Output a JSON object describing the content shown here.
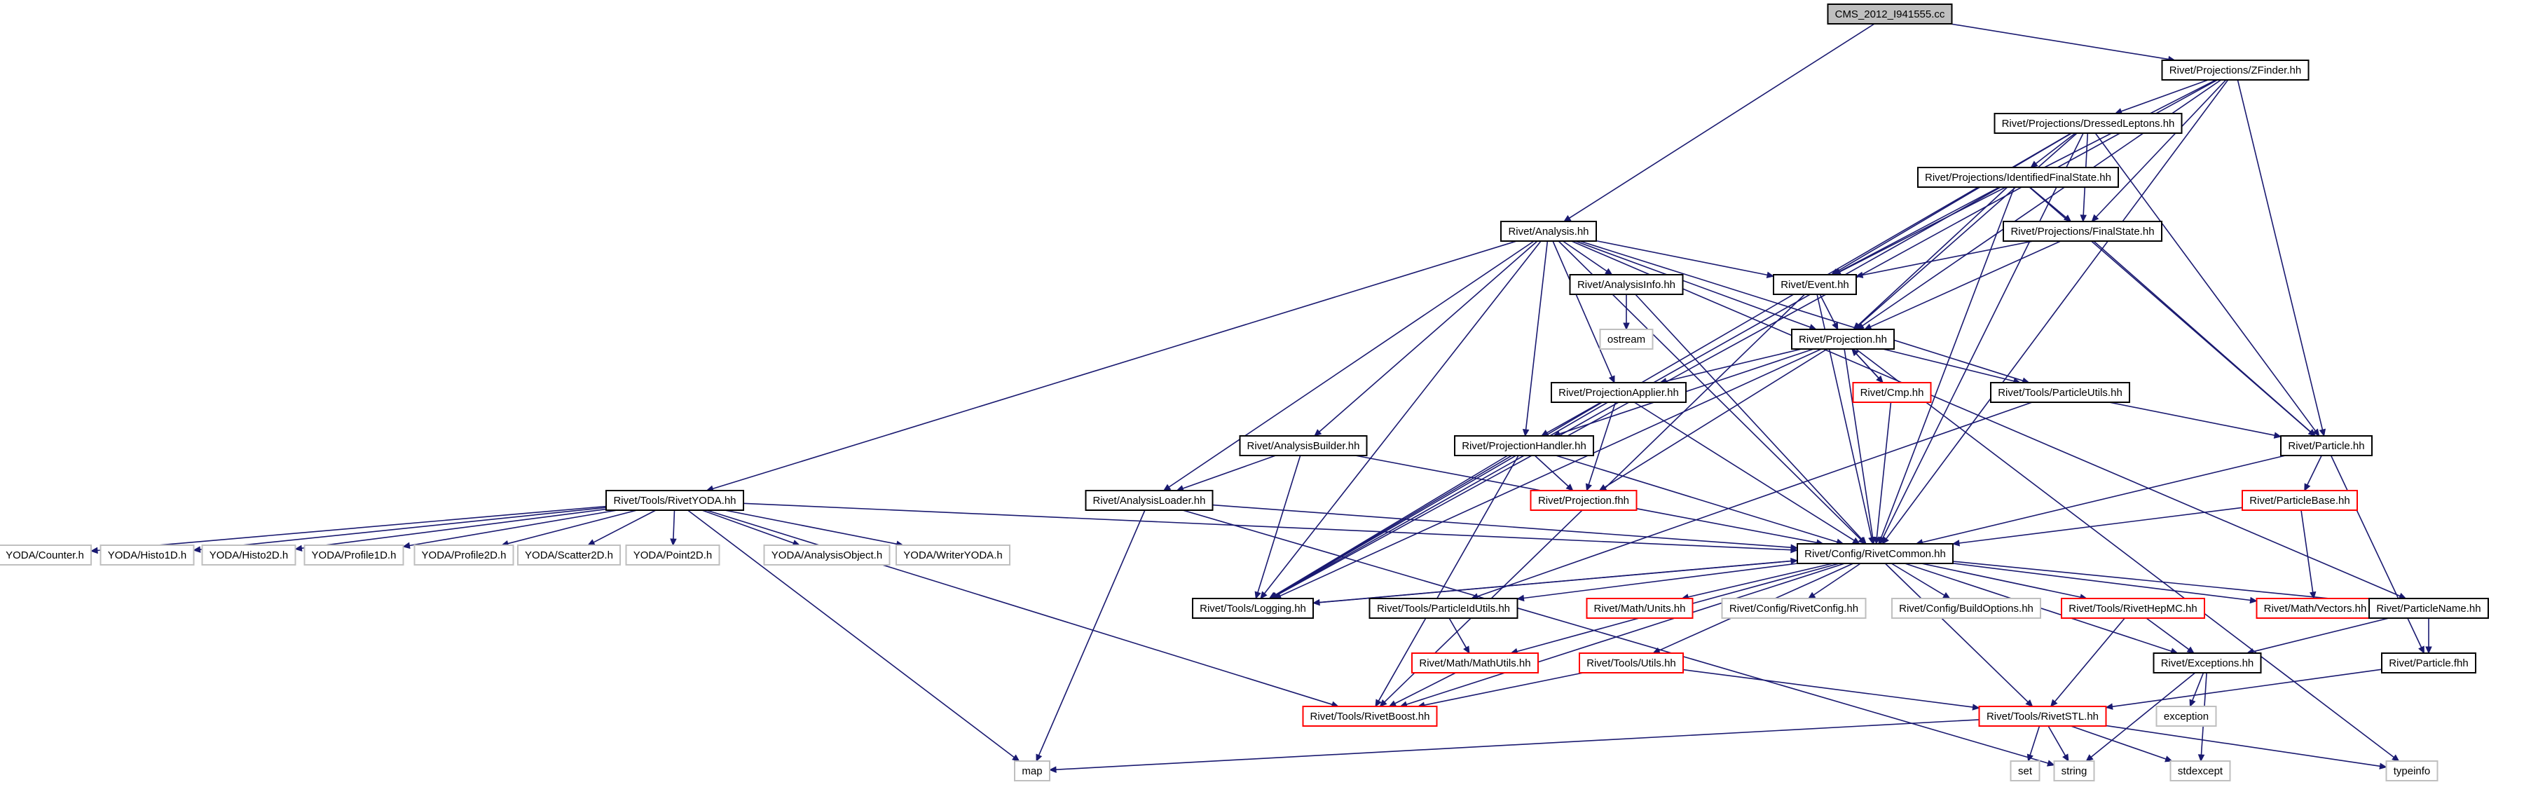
{
  "diagram": {
    "title": "CMS_2012_I941555.cc",
    "style": {
      "edge_color": "#191970",
      "default_border": "#000000",
      "missing_border": "#bfbfbf",
      "truncated_border": "#ff0000",
      "root_fill": "#bfbfbf",
      "node_fill": "#ffffff"
    },
    "nodes": [
      {
        "id": "root",
        "label": "CMS_2012_I941555.cc",
        "kind": "root"
      },
      {
        "id": "zfinder",
        "label": "Rivet/Projections/ZFinder.hh",
        "kind": "normal"
      },
      {
        "id": "dressed",
        "label": "Rivet/Projections/DressedLeptons.hh",
        "kind": "normal"
      },
      {
        "id": "idfs",
        "label": "Rivet/Projections/IdentifiedFinalState.hh",
        "kind": "normal"
      },
      {
        "id": "fs",
        "label": "Rivet/Projections/FinalState.hh",
        "kind": "normal"
      },
      {
        "id": "analysis",
        "label": "Rivet/Analysis.hh",
        "kind": "normal"
      },
      {
        "id": "event",
        "label": "Rivet/Event.hh",
        "kind": "normal"
      },
      {
        "id": "ainfo",
        "label": "Rivet/AnalysisInfo.hh",
        "kind": "normal"
      },
      {
        "id": "ostream",
        "label": "ostream",
        "kind": "missing"
      },
      {
        "id": "proj",
        "label": "Rivet/Projection.hh",
        "kind": "normal"
      },
      {
        "id": "cmp",
        "label": "Rivet/Cmp.hh",
        "kind": "truncated"
      },
      {
        "id": "papplier",
        "label": "Rivet/ProjectionApplier.hh",
        "kind": "normal"
      },
      {
        "id": "putils",
        "label": "Rivet/Tools/ParticleUtils.hh",
        "kind": "normal"
      },
      {
        "id": "particle",
        "label": "Rivet/Particle.hh",
        "kind": "normal"
      },
      {
        "id": "abuilder",
        "label": "Rivet/AnalysisBuilder.hh",
        "kind": "normal"
      },
      {
        "id": "phandler",
        "label": "Rivet/ProjectionHandler.hh",
        "kind": "normal"
      },
      {
        "id": "pfhh",
        "label": "Rivet/Projection.fhh",
        "kind": "truncated"
      },
      {
        "id": "pbase",
        "label": "Rivet/ParticleBase.hh",
        "kind": "truncated"
      },
      {
        "id": "ryoda",
        "label": "Rivet/Tools/RivetYODA.hh",
        "kind": "normal"
      },
      {
        "id": "aloader",
        "label": "Rivet/AnalysisLoader.hh",
        "kind": "normal"
      },
      {
        "id": "common",
        "label": "Rivet/Config/RivetCommon.hh",
        "kind": "normal"
      },
      {
        "id": "counter",
        "label": "YODA/Counter.h",
        "kind": "missing"
      },
      {
        "id": "h1d",
        "label": "YODA/Histo1D.h",
        "kind": "missing"
      },
      {
        "id": "h2d",
        "label": "YODA/Histo2D.h",
        "kind": "missing"
      },
      {
        "id": "p1d",
        "label": "YODA/Profile1D.h",
        "kind": "missing"
      },
      {
        "id": "p2d",
        "label": "YODA/Profile2D.h",
        "kind": "missing"
      },
      {
        "id": "s2d",
        "label": "YODA/Scatter2D.h",
        "kind": "missing"
      },
      {
        "id": "pt2d",
        "label": "YODA/Point2D.h",
        "kind": "missing"
      },
      {
        "id": "aobj",
        "label": "YODA/AnalysisObject.h",
        "kind": "missing"
      },
      {
        "id": "wyoda",
        "label": "YODA/WriterYODA.h",
        "kind": "missing"
      },
      {
        "id": "logging",
        "label": "Rivet/Tools/Logging.hh",
        "kind": "normal"
      },
      {
        "id": "pidutils",
        "label": "Rivet/Tools/ParticleIdUtils.hh",
        "kind": "normal"
      },
      {
        "id": "units",
        "label": "Rivet/Math/Units.hh",
        "kind": "truncated"
      },
      {
        "id": "rconfig",
        "label": "Rivet/Config/RivetConfig.hh",
        "kind": "missing"
      },
      {
        "id": "bopts",
        "label": "Rivet/Config/BuildOptions.hh",
        "kind": "missing"
      },
      {
        "id": "hepmc",
        "label": "Rivet/Tools/RivetHepMC.hh",
        "kind": "truncated"
      },
      {
        "id": "vectors",
        "label": "Rivet/Math/Vectors.hh",
        "kind": "truncated"
      },
      {
        "id": "pname",
        "label": "Rivet/ParticleName.hh",
        "kind": "normal"
      },
      {
        "id": "mathutils",
        "label": "Rivet/Math/MathUtils.hh",
        "kind": "truncated"
      },
      {
        "id": "utils",
        "label": "Rivet/Tools/Utils.hh",
        "kind": "truncated"
      },
      {
        "id": "exceptions",
        "label": "Rivet/Exceptions.hh",
        "kind": "normal"
      },
      {
        "id": "pfhh2",
        "label": "Rivet/Particle.fhh",
        "kind": "normal"
      },
      {
        "id": "rboost",
        "label": "Rivet/Tools/RivetBoost.hh",
        "kind": "truncated"
      },
      {
        "id": "rstl",
        "label": "Rivet/Tools/RivetSTL.hh",
        "kind": "truncated"
      },
      {
        "id": "exception",
        "label": "exception",
        "kind": "missing"
      },
      {
        "id": "map",
        "label": "map",
        "kind": "missing"
      },
      {
        "id": "set",
        "label": "set",
        "kind": "missing"
      },
      {
        "id": "string",
        "label": "string",
        "kind": "missing"
      },
      {
        "id": "stdexcept",
        "label": "stdexcept",
        "kind": "missing"
      },
      {
        "id": "typeinfo",
        "label": "typeinfo",
        "kind": "missing"
      }
    ],
    "edges": [
      [
        "root",
        "zfinder"
      ],
      [
        "root",
        "analysis"
      ],
      [
        "zfinder",
        "dressed"
      ],
      [
        "zfinder",
        "fs"
      ],
      [
        "zfinder",
        "event"
      ],
      [
        "zfinder",
        "proj"
      ],
      [
        "zfinder",
        "particle"
      ],
      [
        "zfinder",
        "logging"
      ],
      [
        "zfinder",
        "common"
      ],
      [
        "dressed",
        "idfs"
      ],
      [
        "dressed",
        "fs"
      ],
      [
        "dressed",
        "event"
      ],
      [
        "dressed",
        "proj"
      ],
      [
        "dressed",
        "particle"
      ],
      [
        "dressed",
        "logging"
      ],
      [
        "dressed",
        "common"
      ],
      [
        "idfs",
        "fs"
      ],
      [
        "idfs",
        "event"
      ],
      [
        "idfs",
        "proj"
      ],
      [
        "idfs",
        "particle"
      ],
      [
        "idfs",
        "logging"
      ],
      [
        "idfs",
        "common"
      ],
      [
        "fs",
        "event"
      ],
      [
        "fs",
        "proj"
      ],
      [
        "fs",
        "particle"
      ],
      [
        "analysis",
        "event"
      ],
      [
        "analysis",
        "ainfo"
      ],
      [
        "analysis",
        "proj"
      ],
      [
        "analysis",
        "papplier"
      ],
      [
        "analysis",
        "putils"
      ],
      [
        "analysis",
        "abuilder"
      ],
      [
        "analysis",
        "phandler"
      ],
      [
        "analysis",
        "ryoda"
      ],
      [
        "analysis",
        "aloader"
      ],
      [
        "analysis",
        "logging"
      ],
      [
        "analysis",
        "common"
      ],
      [
        "analysis",
        "pname"
      ],
      [
        "event",
        "proj"
      ],
      [
        "event",
        "common"
      ],
      [
        "event",
        "rboost"
      ],
      [
        "ainfo",
        "ostream"
      ],
      [
        "ainfo",
        "common"
      ],
      [
        "proj",
        "cmp"
      ],
      [
        "proj",
        "papplier"
      ],
      [
        "proj",
        "putils"
      ],
      [
        "proj",
        "phandler"
      ],
      [
        "proj",
        "pfhh"
      ],
      [
        "proj",
        "common"
      ],
      [
        "proj",
        "logging"
      ],
      [
        "proj",
        "typeinfo"
      ],
      [
        "cmp",
        "proj"
      ],
      [
        "cmp",
        "common"
      ],
      [
        "papplier",
        "phandler"
      ],
      [
        "papplier",
        "pfhh"
      ],
      [
        "papplier",
        "common"
      ],
      [
        "papplier",
        "logging"
      ],
      [
        "putils",
        "particle"
      ],
      [
        "putils",
        "pidutils"
      ],
      [
        "particle",
        "pbase"
      ],
      [
        "particle",
        "common"
      ],
      [
        "particle",
        "pfhh2"
      ],
      [
        "abuilder",
        "aloader"
      ],
      [
        "abuilder",
        "common"
      ],
      [
        "abuilder",
        "logging"
      ],
      [
        "phandler",
        "pfhh"
      ],
      [
        "phandler",
        "common"
      ],
      [
        "phandler",
        "logging"
      ],
      [
        "phandler",
        "rboost"
      ],
      [
        "pbase",
        "common"
      ],
      [
        "pbase",
        "vectors"
      ],
      [
        "ryoda",
        "counter"
      ],
      [
        "ryoda",
        "h1d"
      ],
      [
        "ryoda",
        "h2d"
      ],
      [
        "ryoda",
        "p1d"
      ],
      [
        "ryoda",
        "p2d"
      ],
      [
        "ryoda",
        "s2d"
      ],
      [
        "ryoda",
        "pt2d"
      ],
      [
        "ryoda",
        "aobj"
      ],
      [
        "ryoda",
        "wyoda"
      ],
      [
        "ryoda",
        "common"
      ],
      [
        "ryoda",
        "rboost"
      ],
      [
        "ryoda",
        "map"
      ],
      [
        "aloader",
        "common"
      ],
      [
        "aloader",
        "map"
      ],
      [
        "aloader",
        "string"
      ],
      [
        "common",
        "logging"
      ],
      [
        "common",
        "pidutils"
      ],
      [
        "common",
        "mathutils"
      ],
      [
        "common",
        "units"
      ],
      [
        "common",
        "rconfig"
      ],
      [
        "common",
        "bopts"
      ],
      [
        "common",
        "hepmc"
      ],
      [
        "common",
        "vectors"
      ],
      [
        "common",
        "pname"
      ],
      [
        "common",
        "exceptions"
      ],
      [
        "common",
        "utils"
      ],
      [
        "common",
        "rboost"
      ],
      [
        "common",
        "rstl"
      ],
      [
        "logging",
        "common"
      ],
      [
        "pidutils",
        "mathutils"
      ],
      [
        "mathutils",
        "rboost"
      ],
      [
        "utils",
        "rboost"
      ],
      [
        "utils",
        "rstl"
      ],
      [
        "hepmc",
        "exceptions"
      ],
      [
        "hepmc",
        "rstl"
      ],
      [
        "pname",
        "exceptions"
      ],
      [
        "pname",
        "pfhh2"
      ],
      [
        "pfhh2",
        "rstl"
      ],
      [
        "exceptions",
        "exception"
      ],
      [
        "exceptions",
        "stdexcept"
      ],
      [
        "exceptions",
        "string"
      ],
      [
        "rstl",
        "map"
      ],
      [
        "rstl",
        "set"
      ],
      [
        "rstl",
        "string"
      ],
      [
        "rstl",
        "stdexcept"
      ],
      [
        "rstl",
        "typeinfo"
      ]
    ]
  }
}
